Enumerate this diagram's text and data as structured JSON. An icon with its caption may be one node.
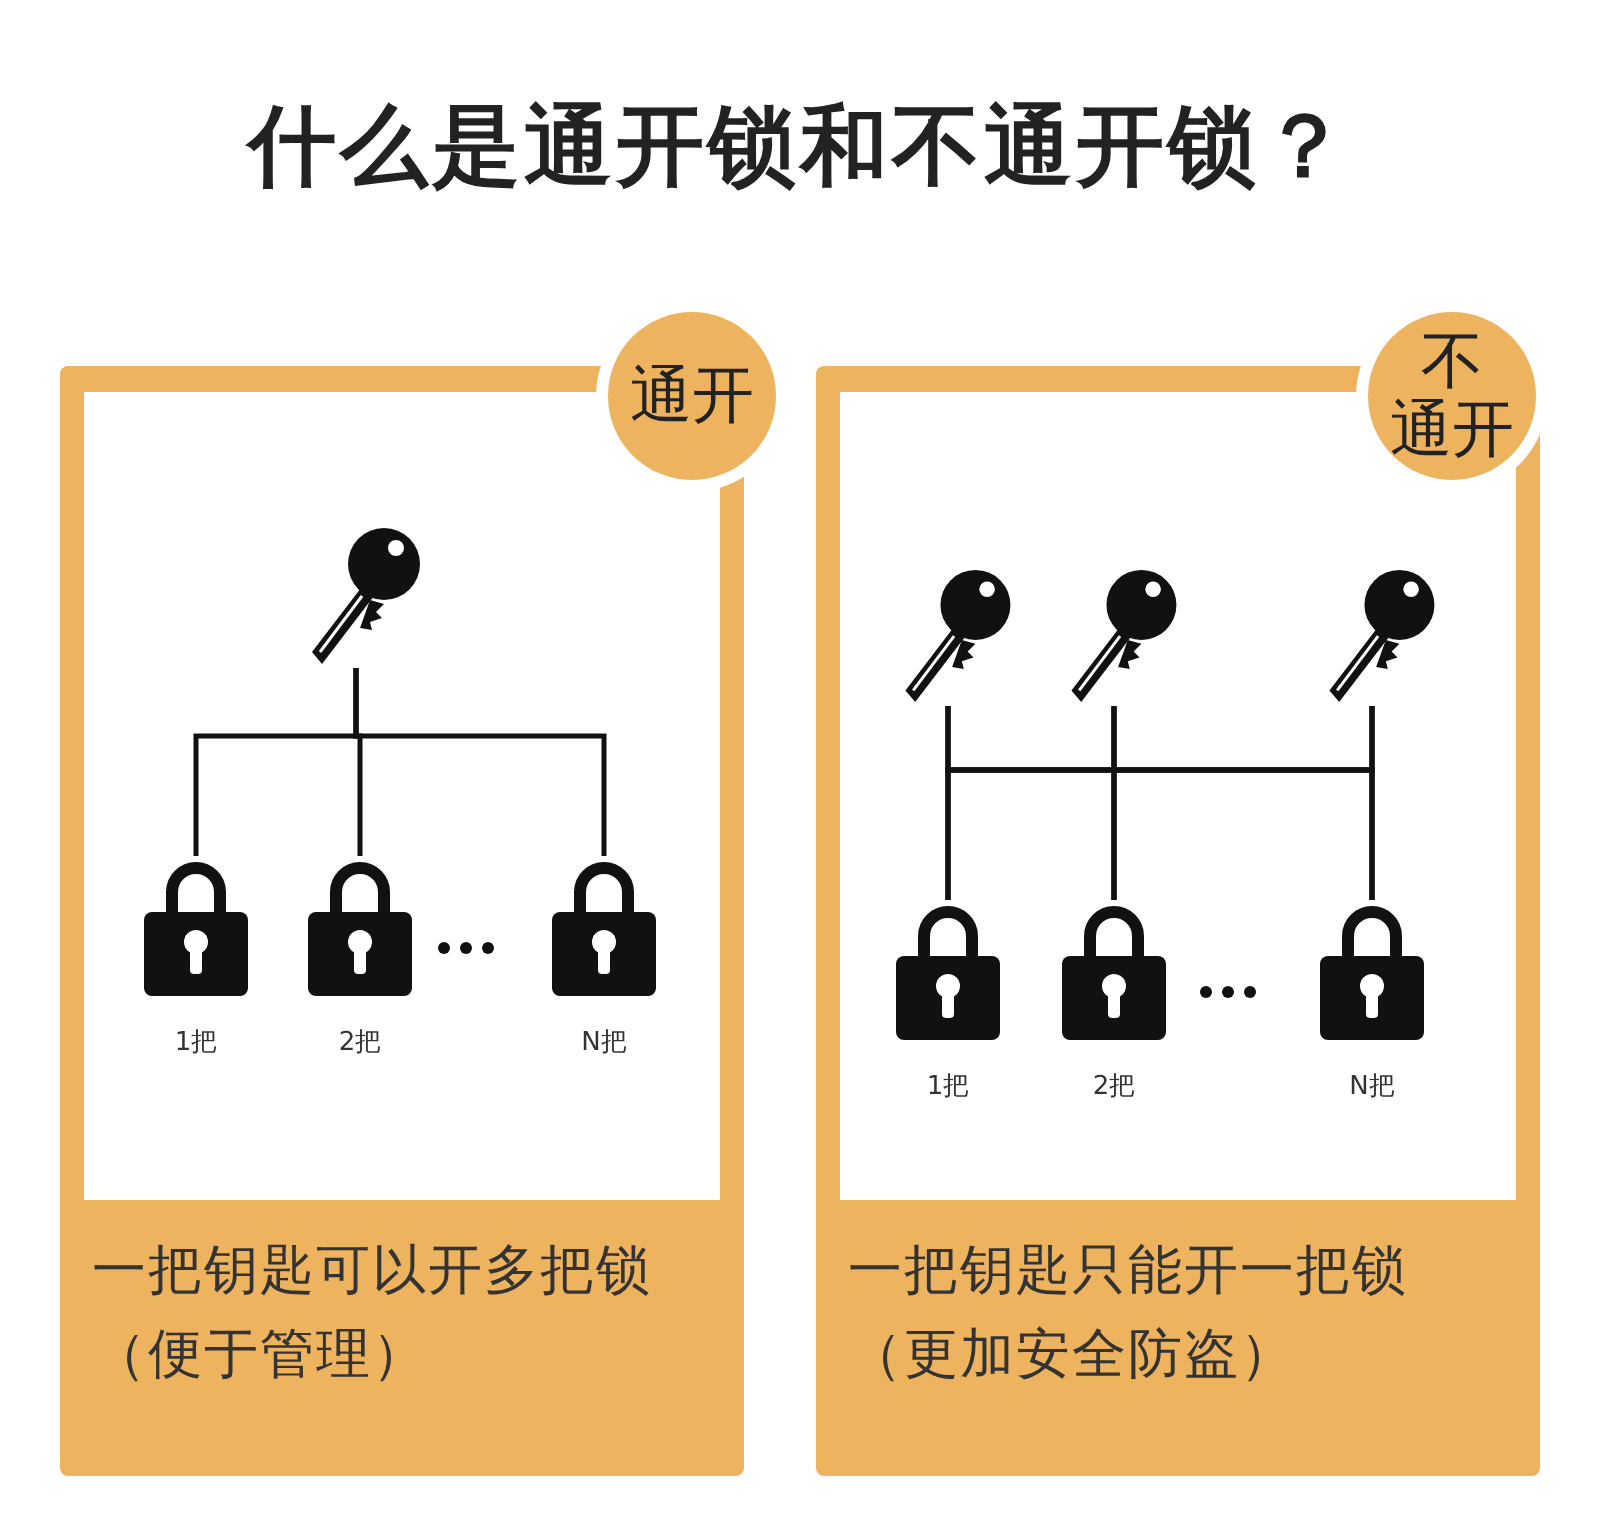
{
  "diagram": {
    "title": "什么是通开锁和不通开锁？",
    "nodes": [
      {
        "text": [
          "一把钥匙可以开多把锁",
          "（便于管理）"
        ]
      },
      {
        "text": [
          "通开"
        ]
      },
      {
        "text": [],
        "shape": "key",
        "in": 0
      },
      {
        "text": [],
        "shape": "lock",
        "in": 0,
        "beside": [
          "1把"
        ]
      },
      {
        "text": [],
        "shape": "lock",
        "in": 0,
        "beside": [
          "2把"
        ]
      },
      {
        "text": [],
        "shape": "lock",
        "in": 0,
        "beside": [
          "N把"
        ]
      },
      {
        "text": [
          "一把钥匙只能开一把锁",
          "（更加安全防盗）"
        ]
      },
      {
        "text": [
          "不通开"
        ]
      },
      {
        "text": [],
        "shape": "key",
        "in": 6
      },
      {
        "text": [],
        "shape": "key",
        "in": 6
      },
      {
        "text": [],
        "shape": "key",
        "in": 6
      },
      {
        "text": [],
        "shape": "lock",
        "in": 6,
        "beside": [
          "1把"
        ]
      },
      {
        "text": [],
        "shape": "lock",
        "in": 6,
        "beside": [
          "2把"
        ]
      },
      {
        "text": [],
        "shape": "lock",
        "in": 6,
        "beside": [
          "N把"
        ]
      }
    ],
    "edges": [
      {
        "from": 2,
        "to": 3,
        "arrow": "none"
      },
      {
        "from": 2,
        "to": 4,
        "arrow": "none"
      },
      {
        "from": 2,
        "to": 5,
        "arrow": "none"
      },
      {
        "from": 8,
        "to": 11,
        "arrow": "none"
      },
      {
        "from": 8,
        "to": 12,
        "arrow": "none"
      },
      {
        "from": 8,
        "to": 13,
        "arrow": "none"
      },
      {
        "from": 9,
        "to": 11,
        "arrow": "none"
      },
      {
        "from": 9,
        "to": 12,
        "arrow": "none"
      },
      {
        "from": 9,
        "to": 13,
        "arrow": "none"
      },
      {
        "from": 10,
        "to": 11,
        "arrow": "none"
      },
      {
        "from": 10,
        "to": 12,
        "arrow": "none"
      },
      {
        "from": 10,
        "to": 13,
        "arrow": "none"
      }
    ]
  }
}
